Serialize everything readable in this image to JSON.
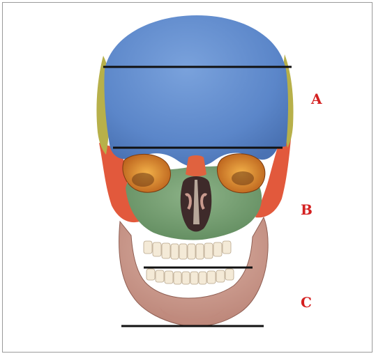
{
  "figure": {
    "labels": {
      "a": "A",
      "b": "B",
      "c": "C"
    }
  },
  "colors": {
    "label_text": "#d42020",
    "cranium_blue": "#5b86c9",
    "temporal_yellow": "#b7b04a",
    "zygomatic_red": "#e2593c",
    "maxilla_green": "#6f9a6c",
    "mandible_pink": "#c99a8e",
    "orbit_orange": "#e08a2a",
    "divider_line": "#111111"
  }
}
